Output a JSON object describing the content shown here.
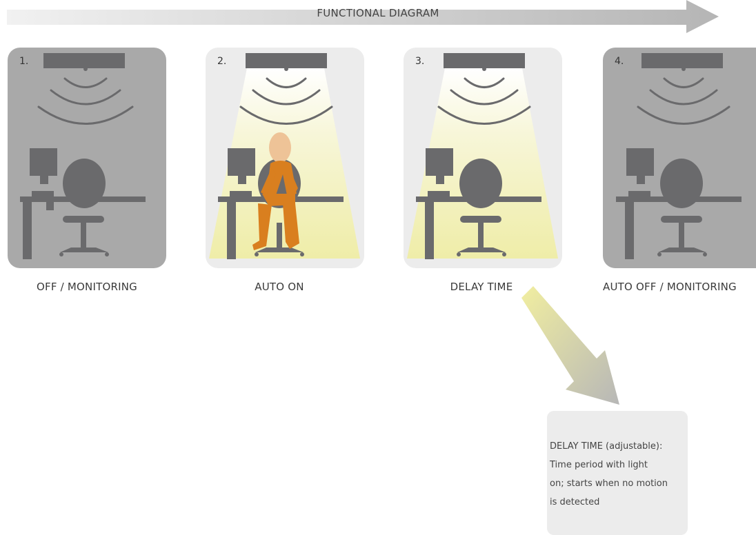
{
  "diagram": {
    "banner_label": "FUNCTIONAL  DIAGRAM",
    "panels": [
      {
        "number": "1.",
        "caption": "OFF /  MONITORING",
        "lit": false,
        "occupied": false
      },
      {
        "number": "2.",
        "caption": "AUTO  ON",
        "lit": true,
        "occupied": true
      },
      {
        "number": "3.",
        "caption": "DELAY TIME",
        "lit": true,
        "occupied": false
      },
      {
        "number": "4.",
        "caption": "AUTO  OFF /  MONITORING",
        "lit": false,
        "occupied": false
      }
    ],
    "note": {
      "title": "DELAY  TIME  (adjustable):",
      "lines": [
        "Time period with light",
        "on; starts when no motion",
        "is detected"
      ]
    }
  },
  "colors": {
    "panel_dark": "#a9a9a9",
    "panel_light": "#ececec",
    "fixture": "#6a6a6c",
    "light_beam": "#f1efb4",
    "person": "#d97f1f",
    "person_skin": "#eec397",
    "arrow": "#c7c7c7",
    "note_bg": "#ececec"
  }
}
